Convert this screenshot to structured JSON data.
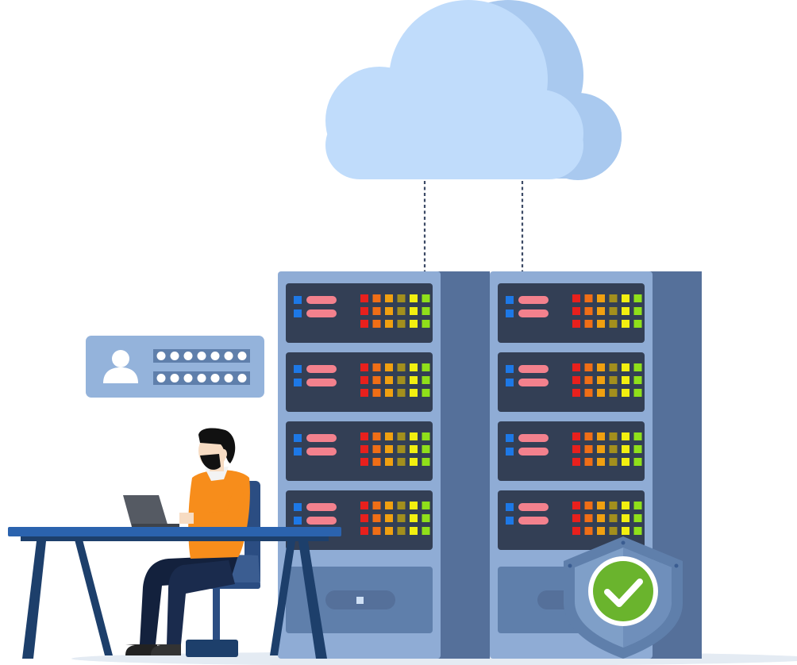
{
  "palette": {
    "cloud_light": "#c0dcfb",
    "cloud_shade": "#a9c9ef",
    "rack_front": "#8facd5",
    "rack_side": "#55709a",
    "unit_dark": "#333f55",
    "unit_blue_led": "#1d78e6",
    "unit_pink_bar": "#f3818d",
    "led_red": "#e8201d",
    "led_orange": "#f06e16",
    "led_amber": "#f0a010",
    "led_olive": "#a38f1d",
    "led_yellow": "#f2ef10",
    "led_green": "#8fe01a",
    "base_panel": "#5f7fab",
    "card_bg": "#94b3db",
    "card_field": "#5f7fab",
    "desk_top": "#2b63ae",
    "desk_dark": "#1d3f6b",
    "chair": "#3b5d91",
    "shirt": "#f78d1b",
    "pants": "#13213d",
    "skin": "#f7dcc3",
    "hair": "#111111",
    "laptop": "#555a63",
    "shield_outer": "#5f7fab",
    "shield_inner": "#7f9fc8",
    "check_bg": "#6ab42d",
    "floor": "#e4ebf3"
  },
  "icons": {
    "cloud": "cloud-icon",
    "user": "user-icon",
    "shield": "shield-check-icon"
  },
  "login_card": {
    "masked_rows": 2,
    "dots_per_row": 7
  },
  "servers": {
    "rack_count": 2,
    "units_per_rack": 4
  }
}
